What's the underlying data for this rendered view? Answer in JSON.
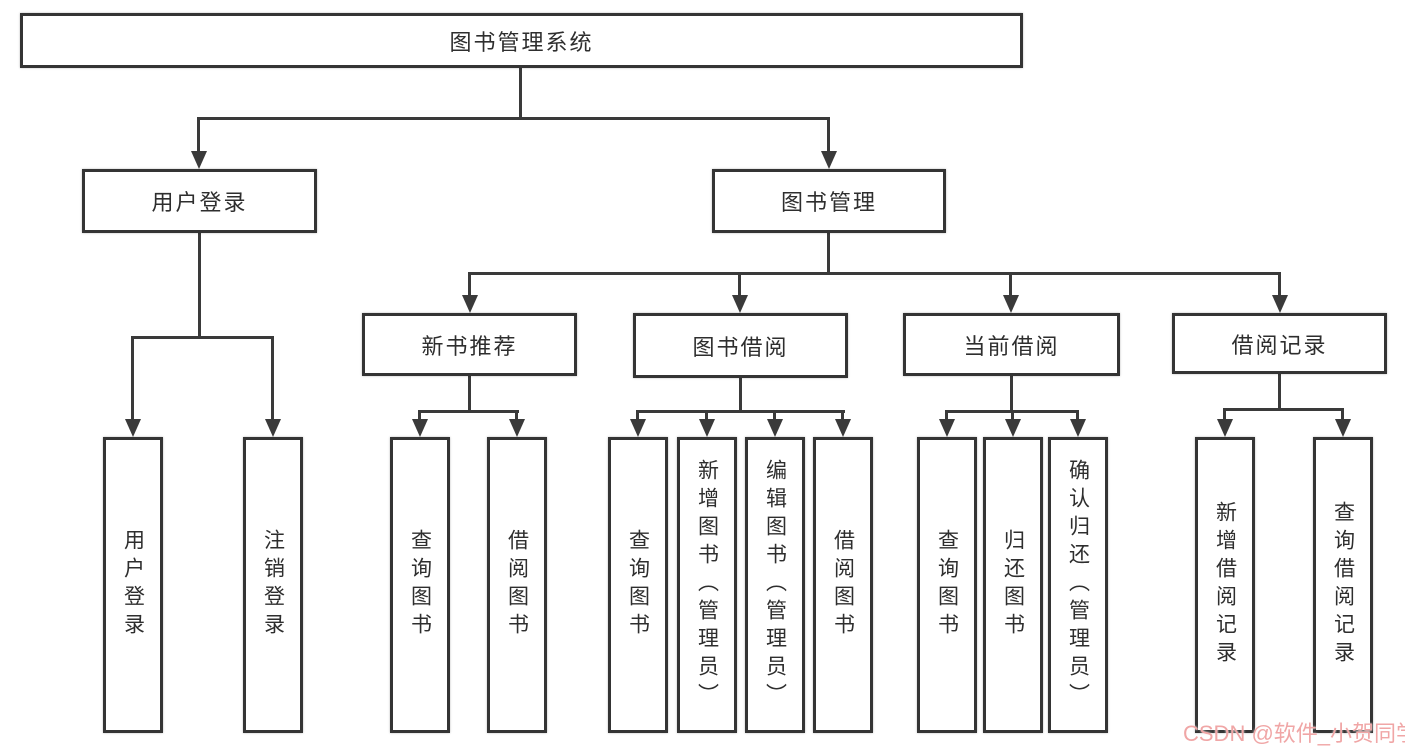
{
  "diagram": {
    "root": {
      "label": "图书管理系统"
    },
    "level2": [
      {
        "label": "用户登录"
      },
      {
        "label": "图书管理"
      }
    ],
    "level3": [
      {
        "label": "新书推荐"
      },
      {
        "label": "图书借阅"
      },
      {
        "label": "当前借阅"
      },
      {
        "label": "借阅记录"
      }
    ],
    "leaves": [
      {
        "label": "用户登录"
      },
      {
        "label": "注销登录"
      },
      {
        "label": "查询图书"
      },
      {
        "label": "借阅图书"
      },
      {
        "label": "查询图书"
      },
      {
        "label": "新增图书（管理员）"
      },
      {
        "label": "编辑图书（管理员）"
      },
      {
        "label": "借阅图书"
      },
      {
        "label": "查询图书"
      },
      {
        "label": "归还图书"
      },
      {
        "label": "确认归还（管理员）"
      },
      {
        "label": "新增借阅记录"
      },
      {
        "label": "查询借阅记录"
      }
    ]
  },
  "watermark": {
    "text": "CSDN @软件_小贺同学",
    "color": "#f0a6a6"
  },
  "colors": {
    "line": "#3a3a3a",
    "box_border": "#343434",
    "box_fill": "#ffffff",
    "text": "#2e2e2e",
    "background": "#ffffff"
  }
}
